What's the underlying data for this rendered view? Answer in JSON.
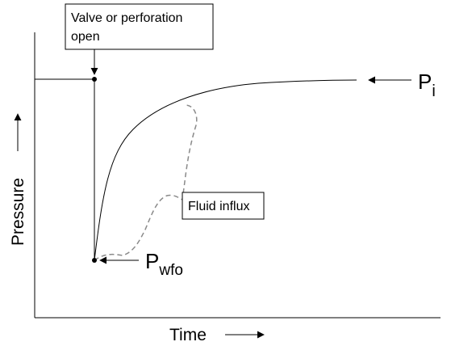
{
  "labels": {
    "valve": [
      "Valve or perforation",
      "open"
    ],
    "pi_main": "P",
    "pi_sub": "i",
    "pwfo_main": "P",
    "pwfo_sub": "wfo",
    "fluid_influx": "Fluid influx",
    "pressure_axis": "Pressure",
    "time_axis": "Time"
  },
  "colors": {
    "line": "#000000",
    "dashed": "#8a8a8a",
    "background": "#ffffff"
  }
}
